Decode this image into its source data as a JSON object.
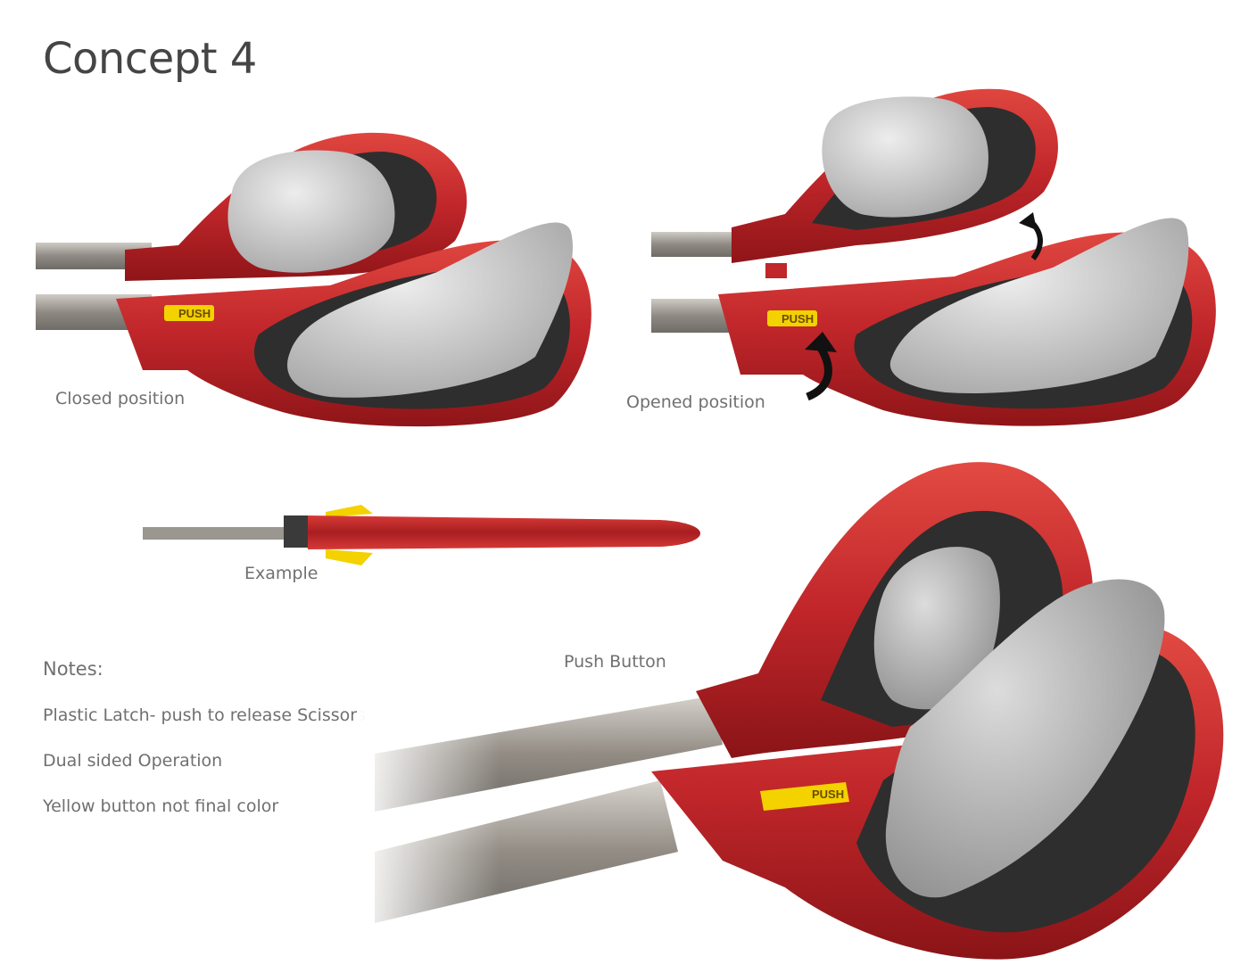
{
  "page": {
    "title": "Concept 4"
  },
  "views": {
    "closed": {
      "caption": "Closed position",
      "button_label": "PUSH"
    },
    "opened": {
      "caption": "Opened position",
      "button_label": "PUSH"
    },
    "example": {
      "caption": "Example"
    },
    "detail": {
      "caption": "Push Button",
      "button_label": "PUSH"
    }
  },
  "notes": {
    "heading": "Notes:",
    "items": [
      "Plastic Latch- push to release Scissors",
      "Dual sided Operation",
      "Yellow button not final color"
    ]
  },
  "colors": {
    "handle_red": "#c0262a",
    "grip_dark": "#2e2e2e",
    "button_yellow": "#f3d200",
    "blade_gray": "#9a9690",
    "hand_gray": "#c9c9c9"
  }
}
